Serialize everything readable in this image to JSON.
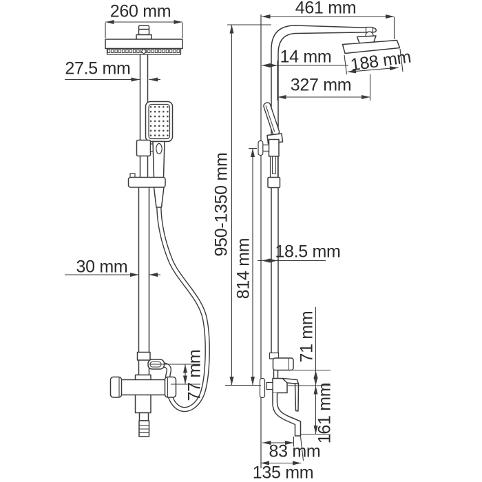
{
  "drawing": {
    "subject": "shower-column-technical-drawing",
    "views": [
      "front view",
      "side view"
    ]
  },
  "colors": {
    "line": "#3a3a3a",
    "text": "#2b2b2b",
    "background": "#ffffff"
  },
  "labels": {
    "front": {
      "head_width": "260 mm",
      "pipe_width": "27.5 mm",
      "bar_width": "30 mm",
      "outlet_offset": "77 mm"
    },
    "side": {
      "reach": "461 mm",
      "wall_gap": "14 mm",
      "head_length": "188 mm",
      "head_reach": "327 mm",
      "height_range": "950-1350 mm",
      "bar_length": "814 mm",
      "wall_clearance": "18.5 mm",
      "outlet_to_mixer": "71 mm",
      "mixer_to_spout": "161 mm",
      "spout_reach": "83 mm",
      "spout_total_reach": "135 mm"
    }
  }
}
